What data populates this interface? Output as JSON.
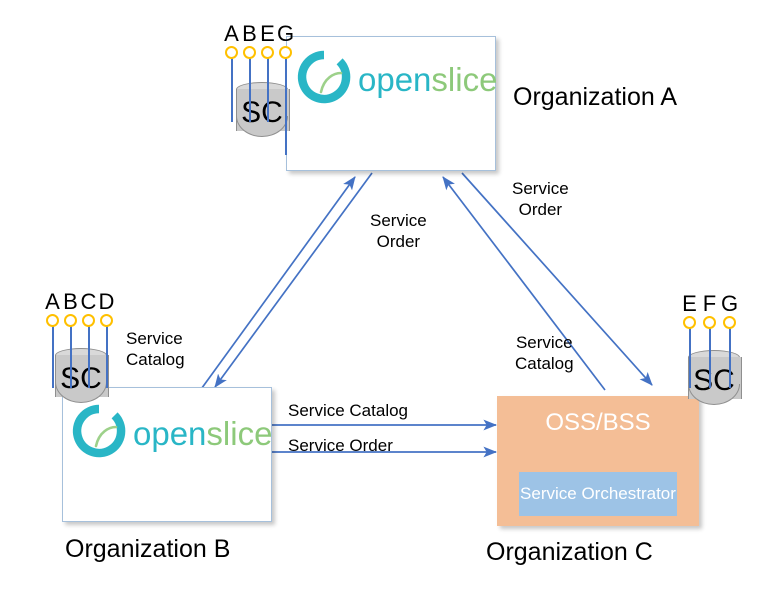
{
  "diagram": {
    "title": "OpenSlice multi-organization service catalog and order exchange",
    "colors": {
      "arrow": "#4472C4",
      "marker_ring": "#FFC000",
      "ossbss_fill": "#F4BE96",
      "orchestrator_fill": "#9DC3E6",
      "cylinder_fill": "#C9C9C9",
      "logo_open": "#29B6C6",
      "logo_slice": "#8DC97A",
      "box_border": "#A6C0DB"
    },
    "organizations": [
      {
        "id": "org-a",
        "caption": "Organization A",
        "system": "openslice",
        "logo": {
          "first": "open",
          "second": "slice"
        },
        "catalog": {
          "label": "SC",
          "services": [
            "A",
            "B",
            "E",
            "G"
          ]
        }
      },
      {
        "id": "org-b",
        "caption": "Organization B",
        "system": "openslice",
        "logo": {
          "first": "open",
          "second": "slice"
        },
        "catalog": {
          "label": "SC",
          "services": [
            "A",
            "B",
            "C",
            "D"
          ],
          "caption": "Service\nCatalog"
        }
      },
      {
        "id": "org-c",
        "caption": "Organization C",
        "system": "OSS/BSS",
        "inner_component": "Service\nOrchestrator",
        "catalog": {
          "label": "SC",
          "services": [
            "E",
            "F",
            "G"
          ]
        }
      }
    ],
    "edge_labels": {
      "b_to_a_order": "Service\nOrder",
      "c_to_a_order": "Service\nOrder",
      "c_catalog": "Service\nCatalog",
      "b_to_c_catalog": "Service Catalog",
      "b_to_c_order": "Service Order"
    }
  }
}
